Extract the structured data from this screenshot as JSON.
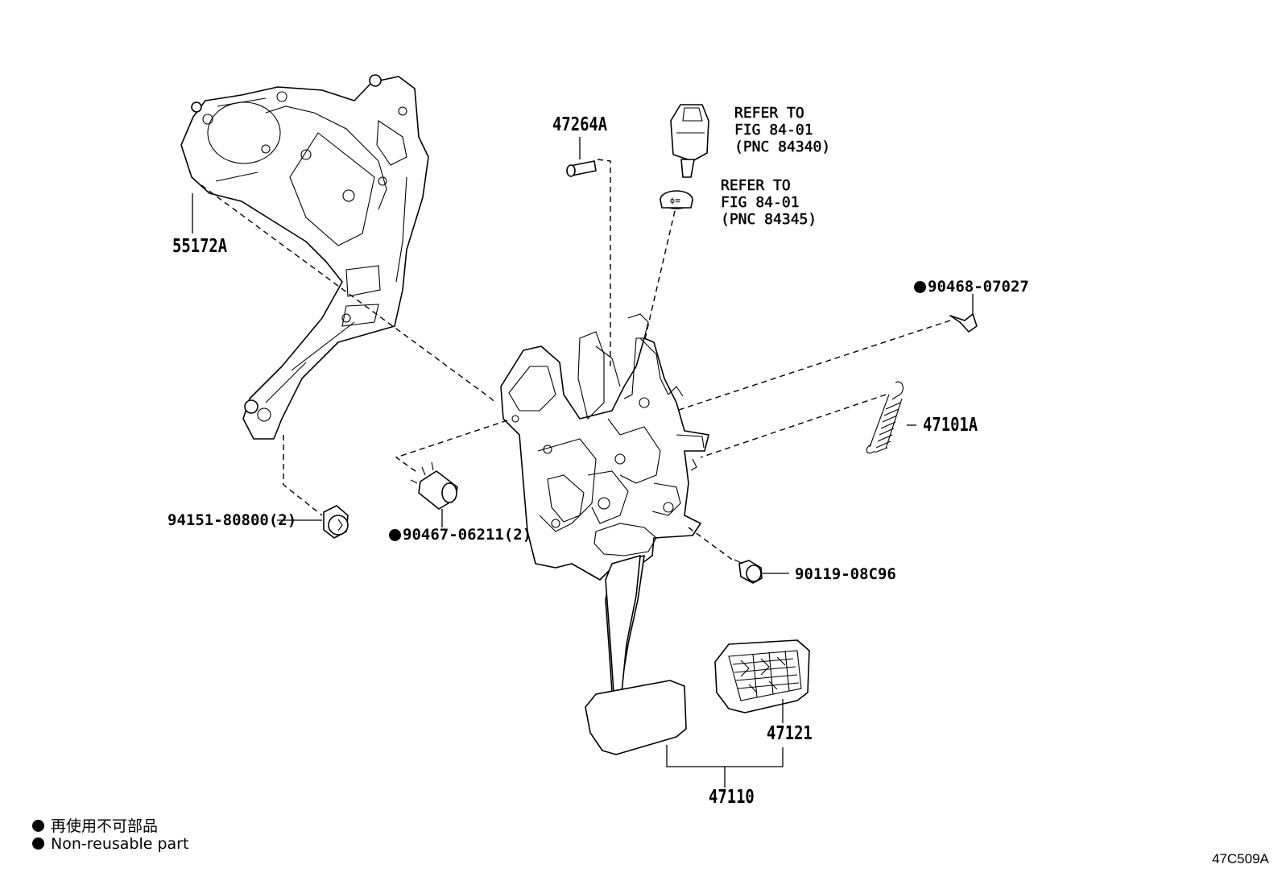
{
  "parts": {
    "bracket": "55172A",
    "pin": "47264A",
    "stop_lamp_switch_ref": {
      "line1": "REFER TO",
      "line2": "FIG 84-01",
      "line3": "(PNC 84340)"
    },
    "switch_cushion_ref": {
      "line1": "REFER TO",
      "line2": "FIG 84-01",
      "line3": "(PNC 84345)"
    },
    "clip": "90468-07027",
    "return_spring": "47101A",
    "bushing": "94151-80800(2)",
    "collar": "90467-06211(2)",
    "bolt": "90119-08C96",
    "pedal_pad": "47121",
    "pedal_assembly": "47110"
  },
  "legend": {
    "line_ja": "再使用不可部品",
    "line_en": "Non-reusable part"
  },
  "figure_code": "47C509A"
}
